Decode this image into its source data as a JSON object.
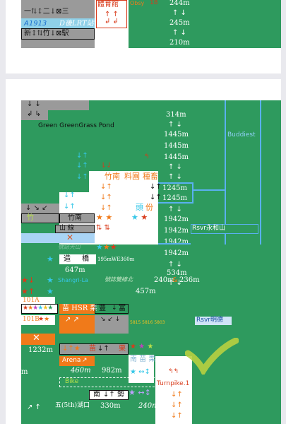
{
  "top": {
    "row1": "一⇅↕二↓⊠三",
    "row2_a": "A1913",
    "row2_b": "D後LRT站",
    "row3": "新↕⇅竹↓⊠駅",
    "hall": "體育館",
    "obsy_name": "Obsy",
    "obsy_num": "18",
    "d1": "244m",
    "d2": "245m",
    "d3": "210m"
  },
  "main": {
    "green_label": "Green  GreenGrass  Pond",
    "buddhist": "Buddiest",
    "d314": "314m",
    "d1445a": "1445m",
    "d1445b": "1445m",
    "d1445c": "1445m",
    "d1245a": "1245m",
    "d1245b": "1245m",
    "d1942a": "1942m",
    "d1942b": "1942m",
    "d1942c": "1942m",
    "d1942d": "1942m",
    "d534": "534m",
    "d240": "240m",
    "d236": "236m",
    "d457": "457m",
    "d647": "647m",
    "d195": "195mWE360m",
    "d1232": "1232m",
    "d982": "982m",
    "d460": "460m",
    "d330": "330m",
    "d240b": "240m",
    "rsvr1": "Rsvr永和山",
    "rsvr2": "Rsvr明德",
    "chunan": "竹南",
    "liaoyuan": "料園",
    "zhongjiang": "種畜",
    "tou": "頭",
    "fen": "份",
    "zhu_row": "竹",
    "zhunan2": "竹南",
    "shanxian": "山  線",
    "zao": "造",
    "qiao": "橋",
    "shangri": "Shangri-La",
    "s101a": "101A",
    "s101b": "101B",
    "hsr": "苗 HSR 栗",
    "feng": "豐",
    "fu": "富",
    "miao": "苗",
    "li": "栗",
    "nan": "南",
    "arena": "Arena",
    "bike": "Bike",
    "nanshi": "南",
    "shi": "勢",
    "fifth": "五(5th)湖口",
    "turnpike": "Turnpike.1",
    "nums": "5815 5816 5803",
    "obs2": "號誌雙線北",
    "obs3": "號誌天山"
  },
  "colors": {
    "green": "#2e9a5e",
    "grey": "#9a9a9a",
    "orange": "#f07a1a",
    "red": "#d83a1a",
    "cyan": "#35c7e8",
    "lightblue": "#a9d4f5"
  }
}
